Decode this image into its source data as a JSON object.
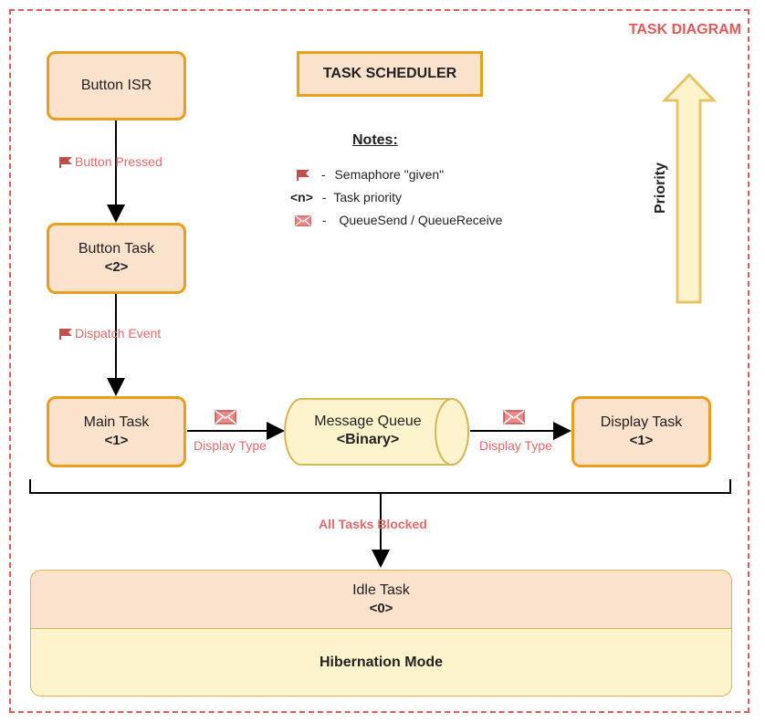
{
  "diagram": {
    "frame_title": "TASK DIAGRAM",
    "scheduler_title": "TASK SCHEDULER",
    "nodes": {
      "button_isr": {
        "label": "Button ISR"
      },
      "button_task": {
        "label": "Button Task",
        "priority": "<2>"
      },
      "main_task": {
        "label": "Main Task",
        "priority": "<1>"
      },
      "message_queue": {
        "label": "Message Queue",
        "type": "<Binary>"
      },
      "display_task": {
        "label": "Display Task",
        "priority": "<1>"
      },
      "idle_task": {
        "label": "Idle Task",
        "priority": "<0>"
      },
      "hibernation": {
        "label": "Hibernation Mode"
      }
    },
    "edges": {
      "button_pressed": "Button Pressed",
      "dispatch_event": "Dispatch Event",
      "display_type_1": "Display Type",
      "display_type_2": "Display Type",
      "all_tasks_blocked": "All Tasks Blocked"
    },
    "notes": {
      "title": "Notes:",
      "semaphore": "Semaphore \"given\"",
      "priority_symbol": "<n>",
      "task_priority": "Task priority",
      "queue": "QueueSend / QueueReceive",
      "dash": "-"
    },
    "priority_label": "Priority",
    "colors": {
      "frame_border": "#e05a5a",
      "node_fill": "#fbe2cd",
      "node_border": "#e6a01e",
      "queue_fill": "#fdf3cc",
      "edge_label": "#e46a6a",
      "icon": "#c0504d"
    },
    "icons": [
      "flag-icon",
      "envelope-icon",
      "priority-arrow-icon"
    ]
  }
}
